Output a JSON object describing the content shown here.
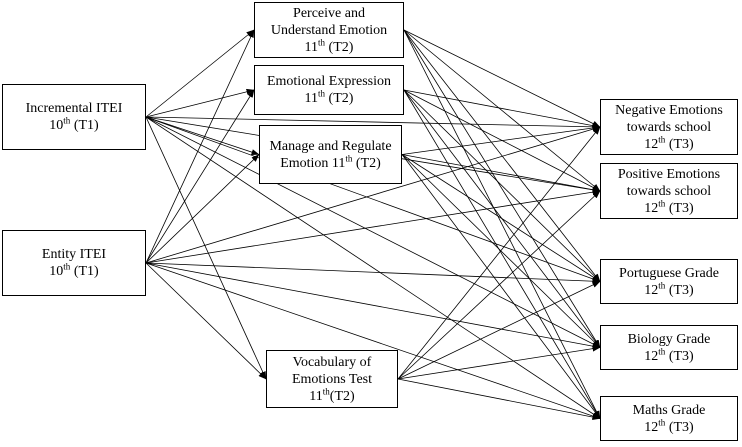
{
  "nodes": {
    "incremental": {
      "line1": "Incremental ITEI",
      "line2": "10",
      "sup": "th",
      "tail": " (T1)"
    },
    "entity": {
      "line1": "Entity ITEI",
      "line2": "10",
      "sup": "th",
      "tail": " (T1)"
    },
    "perceive": {
      "line1": "Perceive and",
      "line2": "Understand Emotion",
      "line3": "11",
      "sup": "th",
      "tail": " (T2)"
    },
    "expression": {
      "line1": "Emotional Expression",
      "line2": "11",
      "sup": "th",
      "tail": " (T2)"
    },
    "manage": {
      "line1": "Manage and Regulate",
      "line2": "Emotion 11",
      "sup": "th",
      "tail": " (T2)"
    },
    "vocabulary": {
      "line1": "Vocabulary of",
      "line2": "Emotions Test",
      "line3": "11",
      "sup": "th",
      "tail": "(T2)"
    },
    "negative": {
      "line1": "Negative Emotions",
      "line2": "towards school",
      "line3": "12",
      "sup": "th",
      "tail": " (T3)"
    },
    "positive": {
      "line1": "Positive Emotions",
      "line2": "towards school",
      "line3": "12",
      "sup": "th",
      "tail": " (T3)"
    },
    "portuguese": {
      "line1": "Portuguese Grade",
      "line2": "12",
      "sup": "th",
      "tail": " (T3)"
    },
    "biology": {
      "line1": "Biology Grade",
      "line2": "12",
      "sup": "th",
      "tail": " (T3)"
    },
    "maths": {
      "line1": "Maths Grade",
      "line2": "12",
      "sup": "th",
      "tail": " (T3)"
    }
  },
  "edges": [
    [
      "incremental",
      "perceive"
    ],
    [
      "incremental",
      "expression"
    ],
    [
      "incremental",
      "manage"
    ],
    [
      "incremental",
      "vocabulary"
    ],
    [
      "incremental",
      "negative"
    ],
    [
      "incremental",
      "positive"
    ],
    [
      "incremental",
      "portuguese"
    ],
    [
      "incremental",
      "biology"
    ],
    [
      "incremental",
      "maths"
    ],
    [
      "entity",
      "perceive"
    ],
    [
      "entity",
      "expression"
    ],
    [
      "entity",
      "manage"
    ],
    [
      "entity",
      "vocabulary"
    ],
    [
      "entity",
      "negative"
    ],
    [
      "entity",
      "positive"
    ],
    [
      "entity",
      "portuguese"
    ],
    [
      "entity",
      "biology"
    ],
    [
      "entity",
      "maths"
    ],
    [
      "perceive",
      "negative"
    ],
    [
      "perceive",
      "positive"
    ],
    [
      "perceive",
      "portuguese"
    ],
    [
      "perceive",
      "biology"
    ],
    [
      "perceive",
      "maths"
    ],
    [
      "expression",
      "negative"
    ],
    [
      "expression",
      "positive"
    ],
    [
      "expression",
      "portuguese"
    ],
    [
      "expression",
      "biology"
    ],
    [
      "expression",
      "maths"
    ],
    [
      "manage",
      "negative"
    ],
    [
      "manage",
      "positive"
    ],
    [
      "manage",
      "portuguese"
    ],
    [
      "manage",
      "biology"
    ],
    [
      "manage",
      "maths"
    ],
    [
      "vocabulary",
      "negative"
    ],
    [
      "vocabulary",
      "positive"
    ],
    [
      "vocabulary",
      "portuguese"
    ],
    [
      "vocabulary",
      "biology"
    ],
    [
      "vocabulary",
      "maths"
    ]
  ]
}
